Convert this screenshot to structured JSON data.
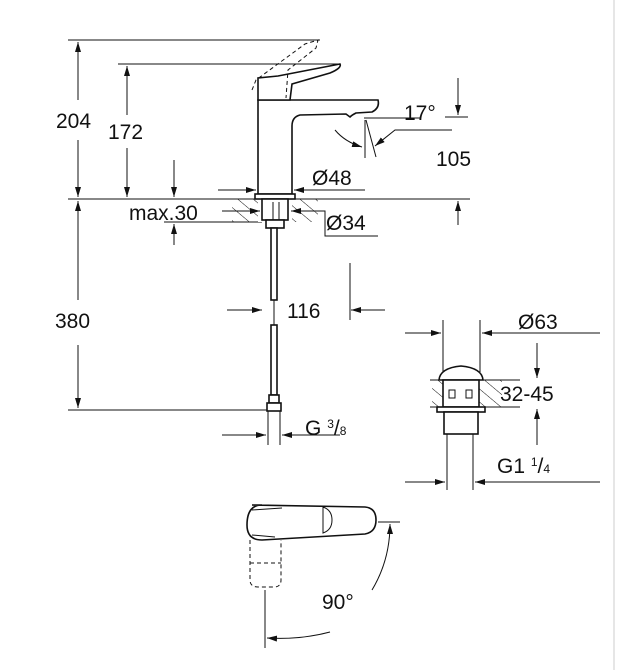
{
  "dimensions": {
    "total_height": "204",
    "spout_height": "172",
    "spout_clearance": "105",
    "spout_angle": "17°",
    "base_diameter": "Ø48",
    "hole_diameter": "Ø34",
    "max_deck_thickness": "max.30",
    "hose_length": "380",
    "spout_reach": "116",
    "hose_thread": {
      "main": "G",
      "num": "3",
      "den": "8"
    },
    "waste_diameter": "Ø63",
    "waste_deck_range": "32-45",
    "waste_thread": {
      "main": "G1",
      "num": "1",
      "den": "4"
    },
    "handle_rotation": "90°"
  }
}
